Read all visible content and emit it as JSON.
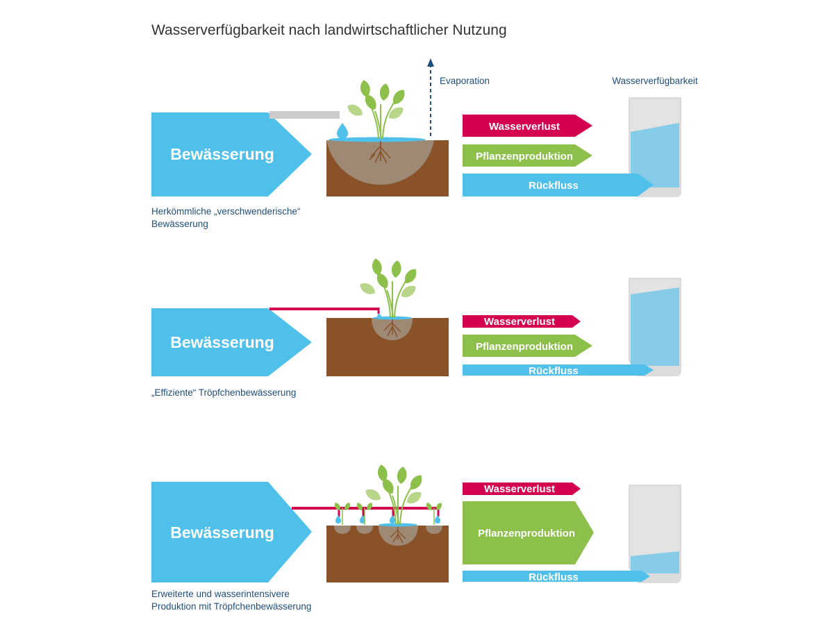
{
  "title": "Wasserverfügbarkeit nach landwirtschaftlicher Nutzung",
  "labels": {
    "evaporation": "Evaporation",
    "availability": "Wasserverfügbarkeit"
  },
  "colors": {
    "irrigation": "#4fc0ea",
    "loss": "#d4004f",
    "plant": "#8cc04b",
    "return": "#4fc0ea",
    "soil": "#8a5229",
    "soil_wet": "#9e8a74",
    "water": "#86cbe8",
    "glass": "#dcdcdc",
    "pipe_gray": "#cccccc",
    "pipe_red": "#d4004f",
    "text_blue": "#1f4e79"
  },
  "scenarios": [
    {
      "irrigation_label": "Bewässerung",
      "caption_lines": [
        "Herkömmliche „verschwenderische“",
        "Bewässerung"
      ],
      "loss_label": "Wasserverlust",
      "plant_label": "Pflanzenproduktion",
      "return_label": "Rückfluss",
      "water_level": 0.72
    },
    {
      "irrigation_label": "Bewässerung",
      "caption_lines": [
        "„Effiziente“ Tröpfchenbewässerung"
      ],
      "loss_label": "Wasserverlust",
      "plant_label": "Pflanzenproduktion",
      "return_label": "Rückfluss",
      "water_level": 0.85
    },
    {
      "irrigation_label": "Bewässerung",
      "caption_lines": [
        "Erweiterte und wasserintensivere",
        "Produktion mit Tröpfchenbewässerung"
      ],
      "loss_label": "Wasserverlust",
      "plant_label": "Pflanzenproduktion",
      "return_label": "Rückfluss",
      "water_level": 0.22
    }
  ]
}
